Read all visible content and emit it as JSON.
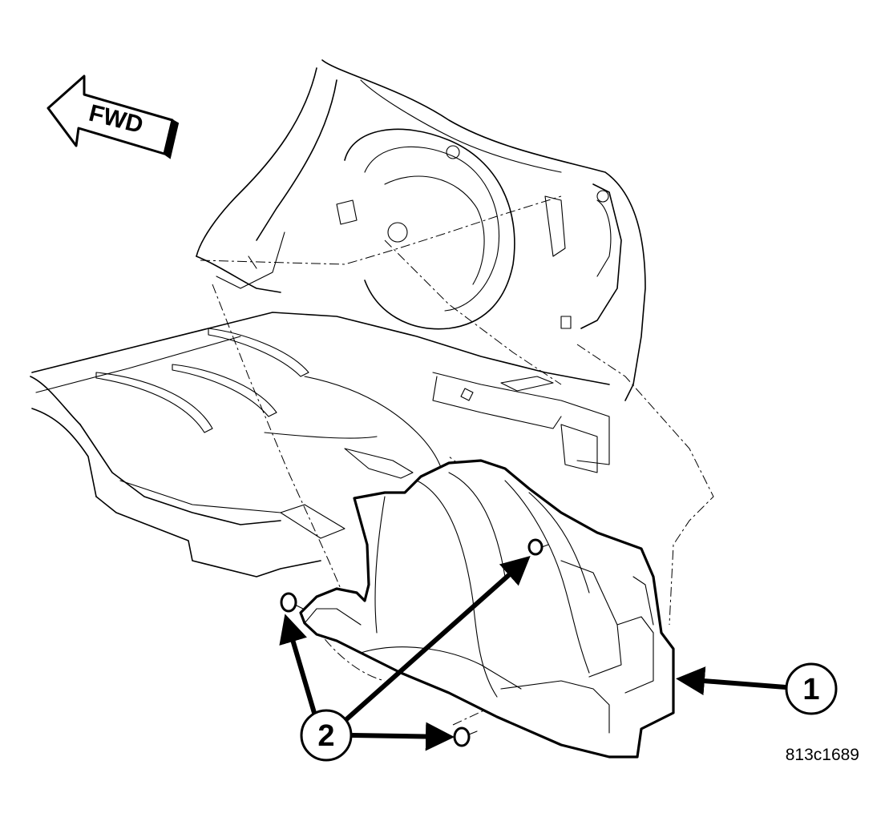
{
  "direction_label": "FWD",
  "callouts": [
    {
      "id": "1",
      "label": "1"
    },
    {
      "id": "2",
      "label": "2"
    }
  ],
  "figure_code": "813c1689"
}
